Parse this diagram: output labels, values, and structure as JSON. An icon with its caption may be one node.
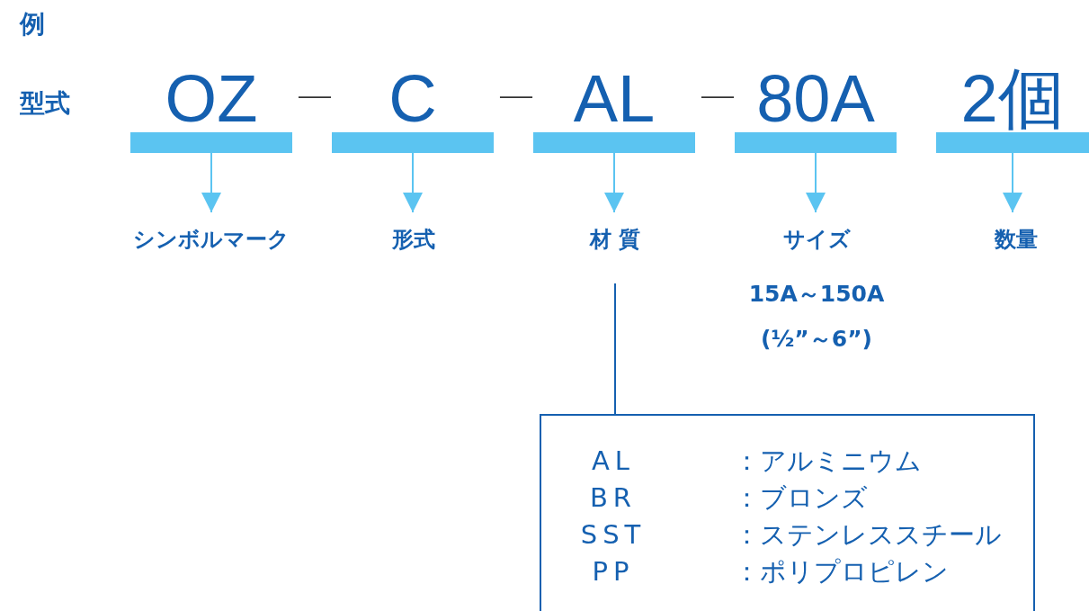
{
  "diagram": {
    "title": "例",
    "nodes": [
      {
        "text": [
          "OZ"
        ]
      },
      {
        "text": [
          "C"
        ]
      },
      {
        "text": [
          "AL"
        ]
      },
      {
        "text": [
          "80A"
        ]
      },
      {
        "text": [
          "2個"
        ]
      },
      {
        "text": [
          "シンボルマーク"
        ]
      },
      {
        "text": [
          "形式"
        ]
      },
      {
        "text": [
          "材 質"
        ]
      },
      {
        "text": [
          "サイズ"
        ],
        "beside": [
          "15A～150A",
          "(½”～6”)"
        ]
      },
      {
        "text": [
          "数量"
        ]
      },
      {
        "text": [
          "AL",
          "：アルミニウム",
          "BR",
          "：ブロンズ",
          "SST",
          "：ステンレススチール",
          "PP",
          "：ポリプロピレン"
        ]
      }
    ],
    "edges": [
      {
        "from": 0,
        "to": 5,
        "arrow": "to"
      },
      {
        "from": 1,
        "to": 6,
        "arrow": "to"
      },
      {
        "from": 2,
        "to": 7,
        "arrow": "to"
      },
      {
        "from": 3,
        "to": 8,
        "arrow": "to"
      },
      {
        "from": 4,
        "to": 9,
        "arrow": "to"
      },
      {
        "from": 7,
        "to": 10,
        "arrow": "none",
        "color": "#1560b0"
      }
    ],
    "labels": [
      "型式",
      "—",
      "—",
      "—"
    ]
  }
}
